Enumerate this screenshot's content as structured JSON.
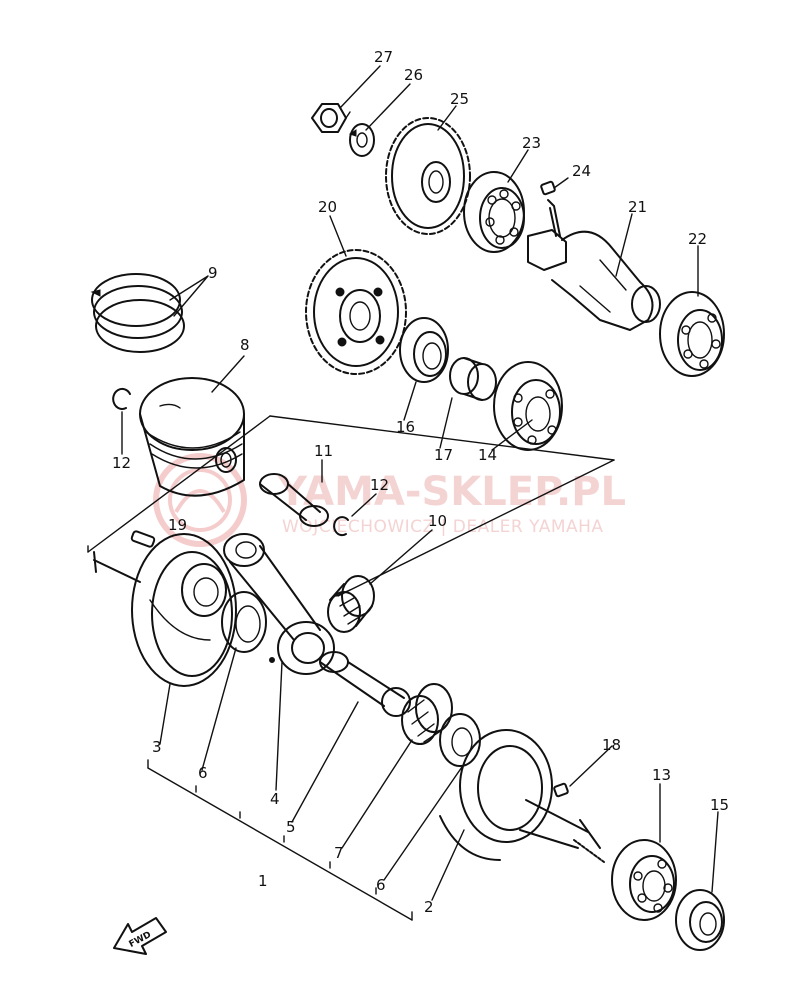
{
  "callouts": [
    {
      "id": "n27",
      "text": "27"
    },
    {
      "id": "n26",
      "text": "26"
    },
    {
      "id": "n25",
      "text": "25"
    },
    {
      "id": "n23",
      "text": "23"
    },
    {
      "id": "n24",
      "text": "24"
    },
    {
      "id": "n20",
      "text": "20"
    },
    {
      "id": "n21",
      "text": "21"
    },
    {
      "id": "n22",
      "text": "22"
    },
    {
      "id": "n9",
      "text": "9"
    },
    {
      "id": "n8",
      "text": "8"
    },
    {
      "id": "n16",
      "text": "16"
    },
    {
      "id": "n17",
      "text": "17"
    },
    {
      "id": "n14",
      "text": "14"
    },
    {
      "id": "n12a",
      "text": "12"
    },
    {
      "id": "n11",
      "text": "11"
    },
    {
      "id": "n12b",
      "text": "12"
    },
    {
      "id": "n10",
      "text": "10"
    },
    {
      "id": "n19",
      "text": "19"
    },
    {
      "id": "n3",
      "text": "3"
    },
    {
      "id": "n6a",
      "text": "6"
    },
    {
      "id": "n4",
      "text": "4"
    },
    {
      "id": "n5",
      "text": "5"
    },
    {
      "id": "n1",
      "text": "1"
    },
    {
      "id": "n7",
      "text": "7"
    },
    {
      "id": "n6b",
      "text": "6"
    },
    {
      "id": "n2",
      "text": "2"
    },
    {
      "id": "n18",
      "text": "18"
    },
    {
      "id": "n13",
      "text": "13"
    },
    {
      "id": "n15",
      "text": "15"
    }
  ],
  "fwd_label": "FWD",
  "watermark": {
    "title": "YAMA-SKLEP.PL",
    "subtitle": "WOJCIECHOWICZ | DEALER YAMAHA",
    "color": "#f2b8b8"
  }
}
